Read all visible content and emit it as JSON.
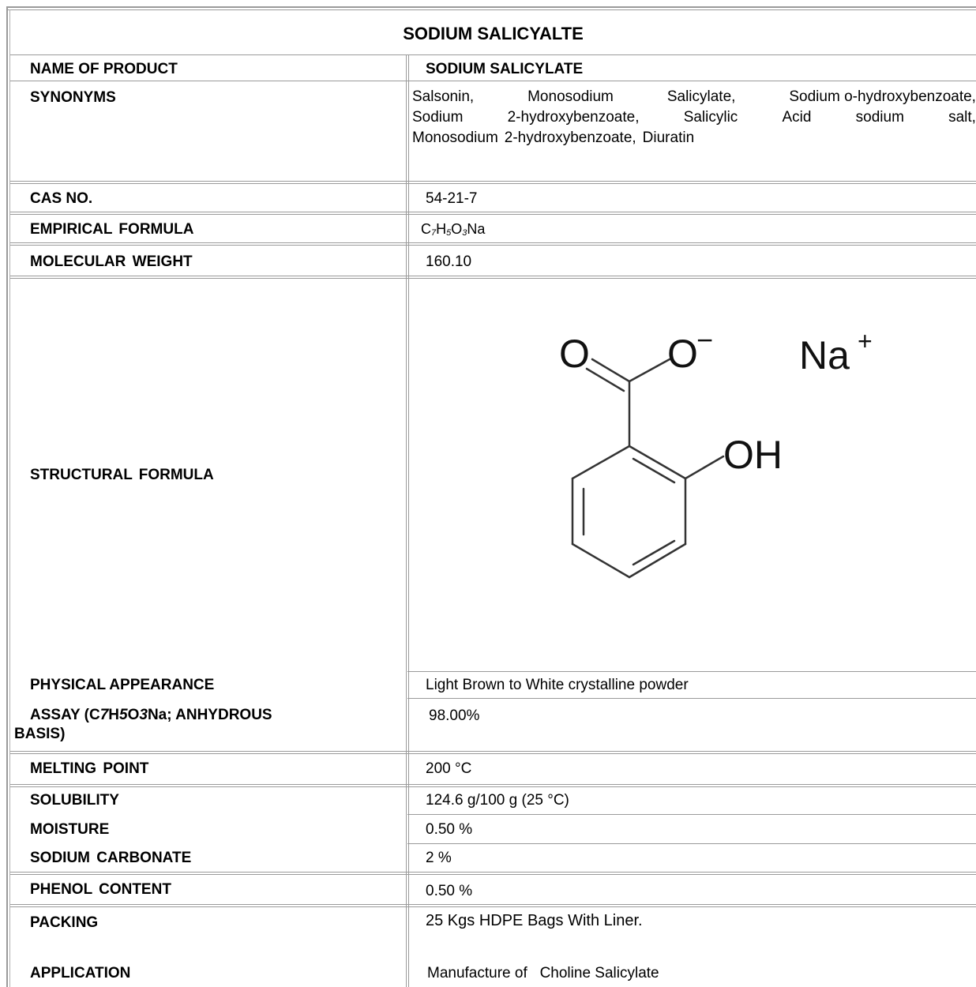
{
  "title": "SODIUM SALICYALTE",
  "rows": {
    "product": {
      "label": "NAME OF PRODUCT",
      "value": "SODIUM SALICYLATE"
    },
    "synonyms": {
      "label": "SYNONYMS",
      "line1": [
        "Salsonin,",
        "Monosodium",
        "Salicylate,",
        "Sodium",
        "o-hydroxybenzoate,"
      ],
      "line2": [
        "Sodium",
        "2-hydroxybenzoate,",
        "Salicylic",
        "Acid",
        "sodium",
        "salt,"
      ],
      "line3": [
        "Monosodium",
        "2-hydroxybenzoate,",
        "Diuratin"
      ]
    },
    "cas": {
      "label": "CAS NO.",
      "value": "54-21-7"
    },
    "empirical": {
      "label": "EMPIRICAL  FORMULA",
      "value_parts": [
        "C",
        "7",
        "H",
        "5",
        "O",
        "3",
        "Na"
      ]
    },
    "molweight": {
      "label": "MOLECULAR  WEIGHT",
      "value": "160.10"
    },
    "structural": {
      "label": "STRUCTURAL  FORMULA",
      "atoms": {
        "o1": "O",
        "o2": "O",
        "charge_minus": "−",
        "na": "Na",
        "charge_plus": "+",
        "oh": "OH"
      }
    },
    "appearance": {
      "label": "PHYSICAL APPEARANCE",
      "value": "Light Brown to White crystalline powder"
    },
    "assay": {
      "label_a": "ASSAY (C",
      "label_b": "7",
      "label_c": "H",
      "label_d": "5",
      "label_e": "O",
      "label_f": "3",
      "label_g": "Na; ANHYDROUS",
      "label_h": "BASIS)",
      "value": "98.00%"
    },
    "melting": {
      "label": "MELTING  POINT",
      "value": "200 °C"
    },
    "solubility": {
      "label": "SOLUBILITY",
      "value": "124.6 g/100 g (25 °C)"
    },
    "moisture": {
      "label": "MOISTURE",
      "value": "0.50 %"
    },
    "carbonate": {
      "label": "SODIUM  CARBONATE",
      "value": "2 %"
    },
    "phenol": {
      "label": "PHENOL  CONTENT",
      "value": "0.50 %"
    },
    "packing": {
      "label": "PACKING",
      "value": "25 Kgs HDPE Bags With Liner."
    },
    "application": {
      "label": "APPLICATION",
      "value": "Manufacture of   Choline Salicylate"
    }
  }
}
